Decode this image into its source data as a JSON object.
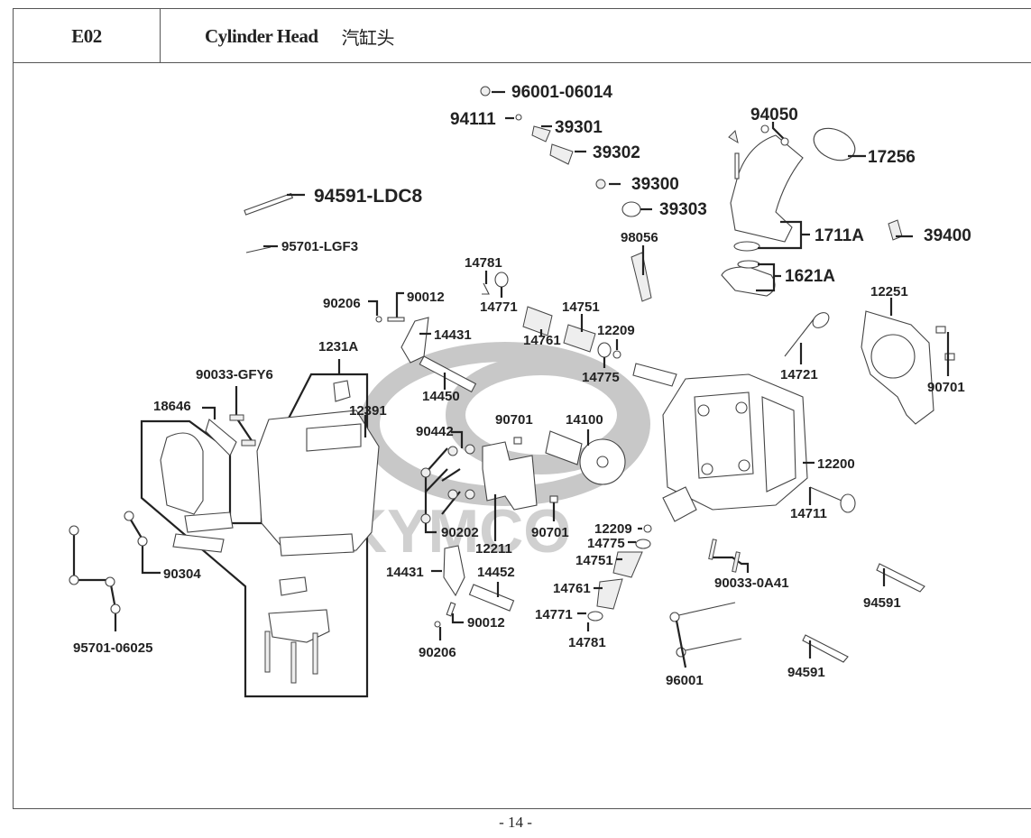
{
  "header": {
    "section_code": "E02",
    "title_en": "Cylinder Head",
    "title_cn": "汽缸头"
  },
  "watermark": "KYMCO",
  "footer": {
    "page_number": "- 14 -"
  },
  "parts": [
    {
      "id": "p1",
      "label": "96001-06014",
      "name": "bolt"
    },
    {
      "id": "p2",
      "label": "94111",
      "name": "nut"
    },
    {
      "id": "p3",
      "label": "39301",
      "name": "bracket"
    },
    {
      "id": "p4",
      "label": "39302",
      "name": "bracket"
    },
    {
      "id": "p5",
      "label": "39300",
      "name": "assembly"
    },
    {
      "id": "p6",
      "label": "39303",
      "name": "o-ring"
    },
    {
      "id": "p7",
      "label": "94050",
      "name": "nut"
    },
    {
      "id": "p8",
      "label": "17256",
      "name": "clamp"
    },
    {
      "id": "p9",
      "label": "1711A",
      "name": "intake-manifold"
    },
    {
      "id": "p10",
      "label": "39400",
      "name": "sensor"
    },
    {
      "id": "p11",
      "label": "1621A",
      "name": "insulator"
    },
    {
      "id": "p12",
      "label": "94591-LDC8",
      "name": "pin"
    },
    {
      "id": "p13",
      "label": "95701-LGF3",
      "name": "bolt"
    },
    {
      "id": "p14",
      "label": "98056",
      "name": "spark-plug"
    },
    {
      "id": "p15",
      "label": "14781",
      "name": "cotter"
    },
    {
      "id": "p16",
      "label": "14771",
      "name": "retainer"
    },
    {
      "id": "p17",
      "label": "14751",
      "name": "spring"
    },
    {
      "id": "p18",
      "label": "14761",
      "name": "spring"
    },
    {
      "id": "p19",
      "label": "12209",
      "name": "seal"
    },
    {
      "id": "p20",
      "label": "14775",
      "name": "seat"
    },
    {
      "id": "p21",
      "label": "90206",
      "name": "nut"
    },
    {
      "id": "p22",
      "label": "90012",
      "name": "screw"
    },
    {
      "id": "p23",
      "label": "14431",
      "name": "rocker-arm"
    },
    {
      "id": "p24",
      "label": "14450",
      "name": "shaft"
    },
    {
      "id": "p25",
      "label": "1231A",
      "name": "head-cover-assy"
    },
    {
      "id": "p26",
      "label": "12251",
      "name": "gasket"
    },
    {
      "id": "p27",
      "label": "14721",
      "name": "exhaust-valve"
    },
    {
      "id": "p28",
      "label": "90701",
      "name": "dowel-pin"
    },
    {
      "id": "p29",
      "label": "90033-GFY6",
      "name": "stud-bolt"
    },
    {
      "id": "p30",
      "label": "18646",
      "name": "gasket"
    },
    {
      "id": "p31",
      "label": "12391",
      "name": "cover-gasket"
    },
    {
      "id": "p32",
      "label": "90442",
      "name": "washer"
    },
    {
      "id": "p33",
      "label": "90701",
      "name": "dowel-pin"
    },
    {
      "id": "p34",
      "label": "14100",
      "name": "camshaft"
    },
    {
      "id": "p35",
      "label": "12200",
      "name": "cylinder-head"
    },
    {
      "id": "p36",
      "label": "14711",
      "name": "intake-valve"
    },
    {
      "id": "p37",
      "label": "90202",
      "name": "nut"
    },
    {
      "id": "p38",
      "label": "12211",
      "name": "cam-holder"
    },
    {
      "id": "p39",
      "label": "90701",
      "name": "dowel-pin"
    },
    {
      "id": "p40",
      "label": "12209",
      "name": "seal"
    },
    {
      "id": "p41",
      "label": "14775",
      "name": "seat"
    },
    {
      "id": "p42",
      "label": "14751",
      "name": "spring"
    },
    {
      "id": "p43",
      "label": "14761",
      "name": "spring"
    },
    {
      "id": "p44",
      "label": "14771",
      "name": "retainer"
    },
    {
      "id": "p45",
      "label": "14781",
      "name": "cotter"
    },
    {
      "id": "p46",
      "label": "90304",
      "name": "nut"
    },
    {
      "id": "p47",
      "label": "95701-06025",
      "name": "bolt"
    },
    {
      "id": "p48",
      "label": "14431",
      "name": "rocker-arm"
    },
    {
      "id": "p49",
      "label": "14452",
      "name": "shaft"
    },
    {
      "id": "p50",
      "label": "90012",
      "name": "screw"
    },
    {
      "id": "p51",
      "label": "90206",
      "name": "nut"
    },
    {
      "id": "p52",
      "label": "90033-0A41",
      "name": "stud-bolt"
    },
    {
      "id": "p53",
      "label": "94591",
      "name": "pin"
    },
    {
      "id": "p54",
      "label": "96001",
      "name": "bolt"
    },
    {
      "id": "p55",
      "label": "94591",
      "name": "pin"
    }
  ]
}
